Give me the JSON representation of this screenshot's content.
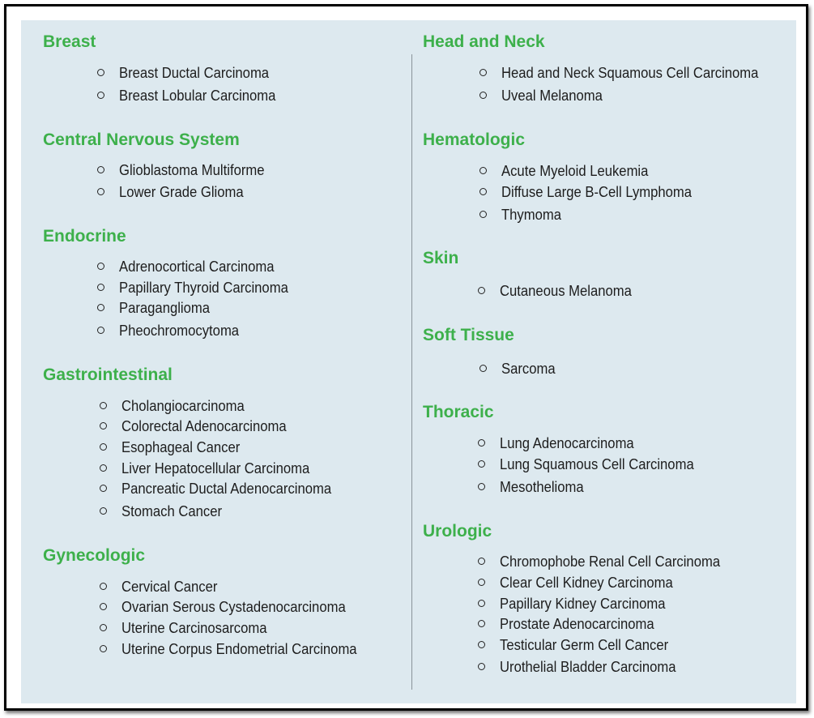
{
  "categories": [
    {
      "heading": "Breast",
      "items": [
        "Breast Ductal Carcinoma",
        "Breast Lobular Carcinoma"
      ]
    },
    {
      "heading": "Central Nervous System",
      "items": [
        "Glioblastoma Multiforme",
        "Lower Grade Glioma"
      ]
    },
    {
      "heading": "Endocrine",
      "items": [
        "Adrenocortical Carcinoma",
        "Papillary Thyroid Carcinoma",
        "Paraganglioma",
        "Pheochromocytoma"
      ]
    },
    {
      "heading": "Gastrointestinal",
      "items": [
        "Cholangiocarcinoma",
        "Colorectal Adenocarcinoma",
        "Esophageal Cancer",
        "Liver Hepatocellular Carcinoma",
        "Pancreatic Ductal Adenocarcinoma",
        "Stomach Cancer"
      ]
    },
    {
      "heading": "Gynecologic",
      "items": [
        "Cervical Cancer",
        "Ovarian Serous Cystadenocarcinoma",
        "Uterine Carcinosarcoma",
        "Uterine Corpus Endometrial Carcinoma"
      ]
    },
    {
      "heading": "Head and Neck",
      "items": [
        "Head and Neck Squamous Cell Carcinoma",
        "Uveal Melanoma"
      ]
    },
    {
      "heading": "Hematologic",
      "items": [
        "Acute Myeloid Leukemia",
        "Diffuse Large B-Cell Lymphoma",
        "Thymoma"
      ]
    },
    {
      "heading": "Skin",
      "items": [
        "Cutaneous Melanoma"
      ]
    },
    {
      "heading": "Soft Tissue",
      "items": [
        "Sarcoma"
      ]
    },
    {
      "heading": "Thoracic",
      "items": [
        "Lung Adenocarcinoma",
        "Lung Squamous Cell Carcinoma",
        "Mesothelioma"
      ]
    },
    {
      "heading": "Urologic",
      "items": [
        "Chromophobe Renal Cell Carcinoma",
        "Clear Cell Kidney Carcinoma",
        "Papillary Kidney Carcinoma",
        "Prostate Adenocarcinoma",
        "Testicular Germ Cell Cancer",
        "Urothelial Bladder Carcinoma"
      ]
    }
  ],
  "colors": {
    "heading": "#3db04b",
    "panel_background": "#dde9ef",
    "border": "#000000",
    "text": "#1d1d1d"
  }
}
